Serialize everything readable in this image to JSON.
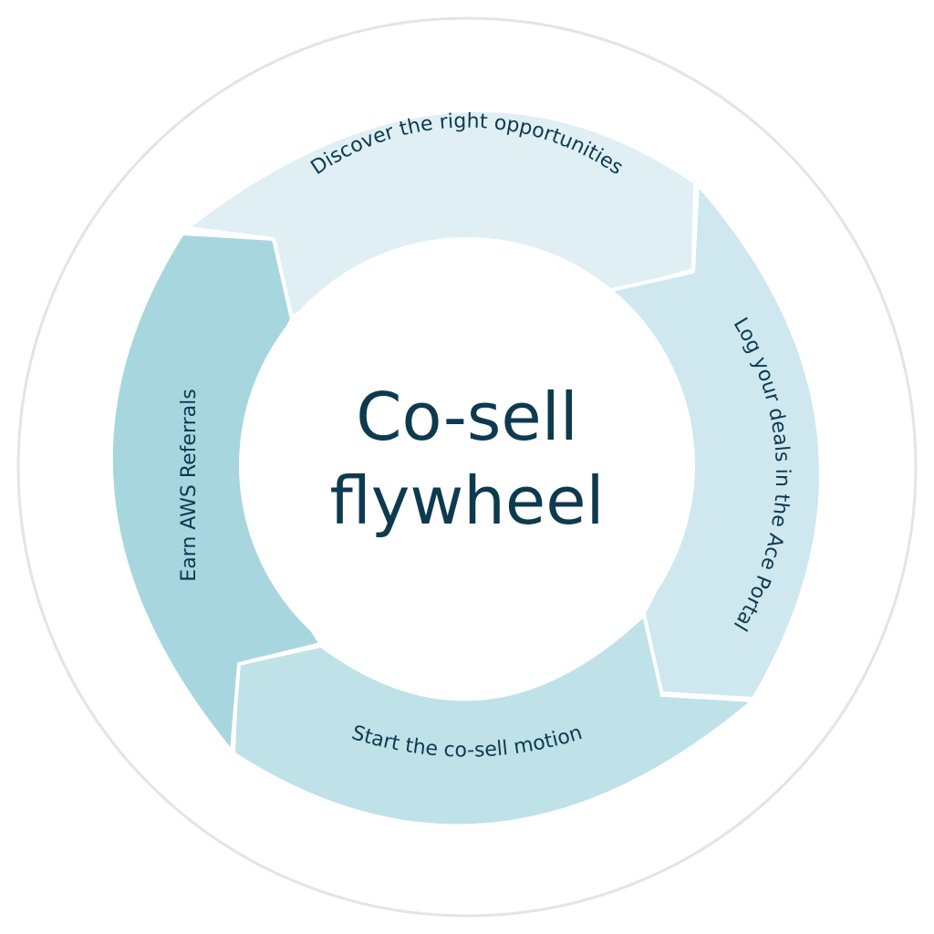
{
  "diagram": {
    "title_line1": "Co-sell",
    "title_line2": "flywheel",
    "steps": [
      {
        "label": "Discover the right opportunities",
        "color": "#dfeff4"
      },
      {
        "label": "Log your deals in the Ace Portal",
        "color": "#cfe7ee"
      },
      {
        "label": "Start the co-sell motion",
        "color": "#bfe1e8"
      },
      {
        "label": "Earn AWS Referrals",
        "color": "#a8d6df"
      }
    ],
    "colors": {
      "text": "#0d3a4f",
      "outer_fill": "#ffffff",
      "outer_stroke": "#e4e4e4",
      "center_fill": "#ffffff"
    }
  }
}
